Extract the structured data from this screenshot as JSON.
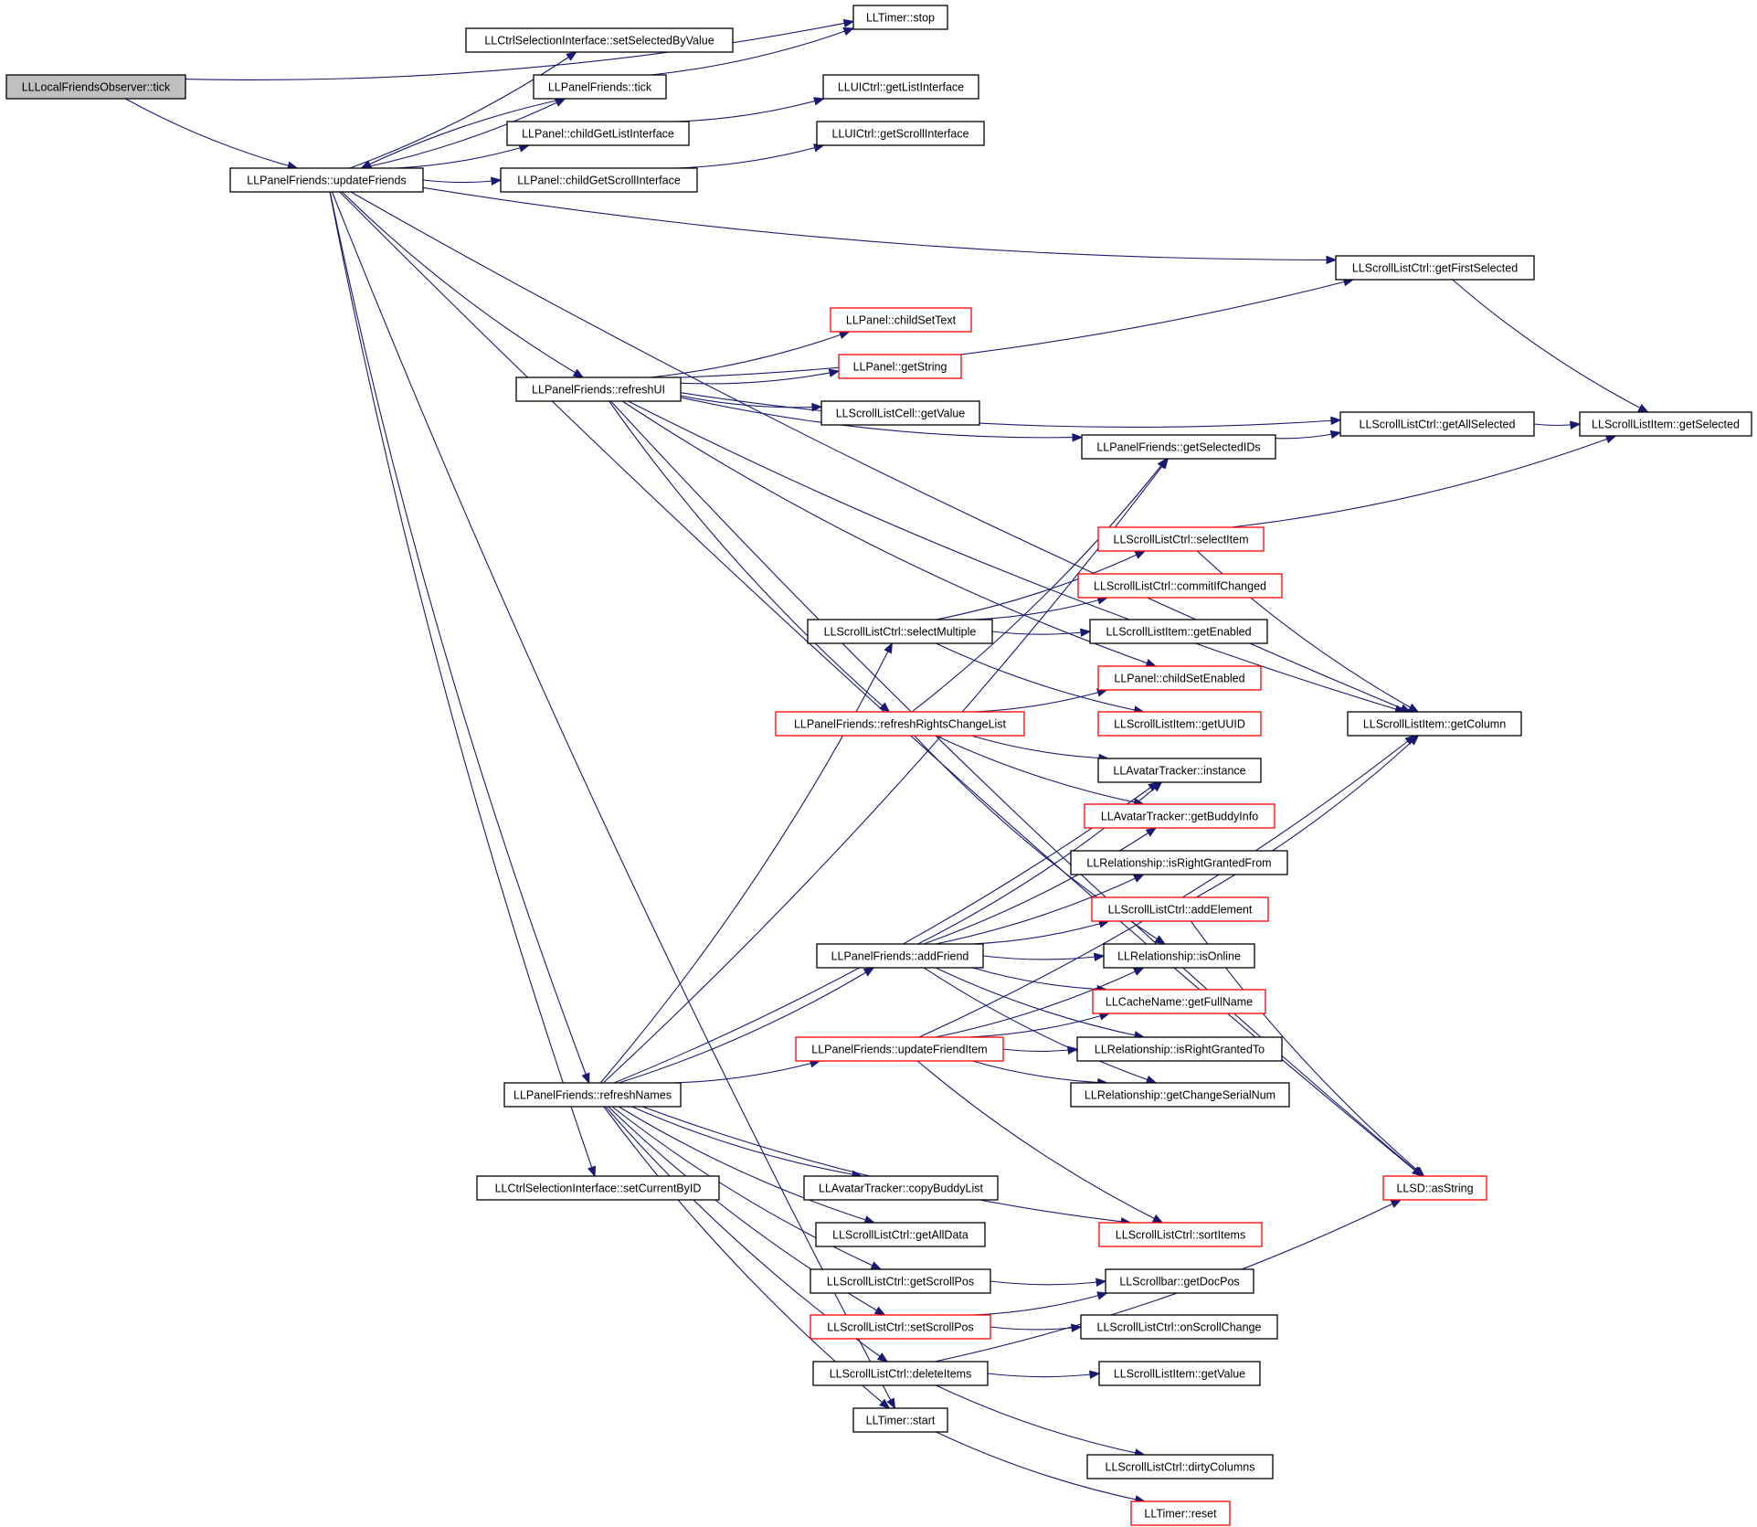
{
  "diagram": {
    "type": "call-graph",
    "colors": {
      "edge": "#191970",
      "normal_border": "#000000",
      "truncated_border": "#ff0000",
      "root_fill": "#bfbfbf"
    },
    "nodes": [
      {
        "id": "tick_root",
        "label": "LLLocalFriendsObserver::tick",
        "style": "root"
      },
      {
        "id": "timer_stop",
        "label": "LLTimer::stop",
        "style": "normal"
      },
      {
        "id": "set_sel_val",
        "label": "LLCtrlSelectionInterface::setSelectedByValue",
        "style": "normal"
      },
      {
        "id": "pf_tick",
        "label": "LLPanelFriends::tick",
        "style": "normal"
      },
      {
        "id": "ui_getlist",
        "label": "LLUICtrl::getListInterface",
        "style": "normal"
      },
      {
        "id": "p_childgetlist",
        "label": "LLPanel::childGetListInterface",
        "style": "normal"
      },
      {
        "id": "ui_getscroll",
        "label": "LLUICtrl::getScrollInterface",
        "style": "normal"
      },
      {
        "id": "update_friends",
        "label": "LLPanelFriends::updateFriends",
        "style": "normal"
      },
      {
        "id": "p_childgetscroll",
        "label": "LLPanel::childGetScrollInterface",
        "style": "normal"
      },
      {
        "id": "get_first_sel",
        "label": "LLScrollListCtrl::getFirstSelected",
        "style": "normal"
      },
      {
        "id": "child_set_text",
        "label": "LLPanel::childSetText",
        "style": "red"
      },
      {
        "id": "get_string",
        "label": "LLPanel::getString",
        "style": "red"
      },
      {
        "id": "refresh_ui",
        "label": "LLPanelFriends::refreshUI",
        "style": "normal"
      },
      {
        "id": "cell_getvalue",
        "label": "LLScrollListCell::getValue",
        "style": "normal"
      },
      {
        "id": "get_all_sel",
        "label": "LLScrollListCtrl::getAllSelected",
        "style": "normal"
      },
      {
        "id": "item_getsel",
        "label": "LLScrollListItem::getSelected",
        "style": "normal"
      },
      {
        "id": "get_sel_ids",
        "label": "LLPanelFriends::getSelectedIDs",
        "style": "normal"
      },
      {
        "id": "select_item",
        "label": "LLScrollListCtrl::selectItem",
        "style": "red"
      },
      {
        "id": "commit_changed",
        "label": "LLScrollListCtrl::commitIfChanged",
        "style": "red"
      },
      {
        "id": "select_multiple",
        "label": "LLScrollListCtrl::selectMultiple",
        "style": "normal"
      },
      {
        "id": "item_enabled",
        "label": "LLScrollListItem::getEnabled",
        "style": "normal"
      },
      {
        "id": "child_set_enabled",
        "label": "LLPanel::childSetEnabled",
        "style": "red"
      },
      {
        "id": "refresh_rights",
        "label": "LLPanelFriends::refreshRightsChangeList",
        "style": "red"
      },
      {
        "id": "item_uuid",
        "label": "LLScrollListItem::getUUID",
        "style": "red"
      },
      {
        "id": "item_column",
        "label": "LLScrollListItem::getColumn",
        "style": "normal"
      },
      {
        "id": "av_instance",
        "label": "LLAvatarTracker::instance",
        "style": "normal"
      },
      {
        "id": "av_buddyinfo",
        "label": "LLAvatarTracker::getBuddyInfo",
        "style": "red"
      },
      {
        "id": "rel_granted_from",
        "label": "LLRelationship::isRightGrantedFrom",
        "style": "normal"
      },
      {
        "id": "add_element",
        "label": "LLScrollListCtrl::addElement",
        "style": "red"
      },
      {
        "id": "add_friend",
        "label": "LLPanelFriends::addFriend",
        "style": "normal"
      },
      {
        "id": "rel_online",
        "label": "LLRelationship::isOnline",
        "style": "normal"
      },
      {
        "id": "cache_fullname",
        "label": "LLCacheName::getFullName",
        "style": "red"
      },
      {
        "id": "update_friend_item",
        "label": "LLPanelFriends::updateFriendItem",
        "style": "red"
      },
      {
        "id": "rel_granted_to",
        "label": "LLRelationship::isRightGrantedTo",
        "style": "normal"
      },
      {
        "id": "refresh_names",
        "label": "LLPanelFriends::refreshNames",
        "style": "normal"
      },
      {
        "id": "rel_serial",
        "label": "LLRelationship::getChangeSerialNum",
        "style": "normal"
      },
      {
        "id": "set_current_id",
        "label": "LLCtrlSelectionInterface::setCurrentByID",
        "style": "normal"
      },
      {
        "id": "copy_buddy",
        "label": "LLAvatarTracker::copyBuddyList",
        "style": "normal"
      },
      {
        "id": "llsd_asstring",
        "label": "LLSD::asString",
        "style": "red"
      },
      {
        "id": "get_all_data",
        "label": "LLScrollListCtrl::getAllData",
        "style": "normal"
      },
      {
        "id": "sort_items",
        "label": "LLScrollListCtrl::sortItems",
        "style": "red"
      },
      {
        "id": "get_scroll_pos",
        "label": "LLScrollListCtrl::getScrollPos",
        "style": "normal"
      },
      {
        "id": "sb_getdocpos",
        "label": "LLScrollbar::getDocPos",
        "style": "normal"
      },
      {
        "id": "set_scroll_pos",
        "label": "LLScrollListCtrl::setScrollPos",
        "style": "red"
      },
      {
        "id": "on_scroll_change",
        "label": "LLScrollListCtrl::onScrollChange",
        "style": "normal"
      },
      {
        "id": "delete_items",
        "label": "LLScrollListCtrl::deleteItems",
        "style": "normal"
      },
      {
        "id": "item_getvalue",
        "label": "LLScrollListItem::getValue",
        "style": "normal"
      },
      {
        "id": "timer_start",
        "label": "LLTimer::start",
        "style": "normal"
      },
      {
        "id": "dirty_columns",
        "label": "LLScrollListCtrl::dirtyColumns",
        "style": "normal"
      },
      {
        "id": "timer_reset",
        "label": "LLTimer::reset",
        "style": "red"
      }
    ],
    "edges": [
      [
        "tick_root",
        "timer_stop"
      ],
      [
        "tick_root",
        "update_friends"
      ],
      [
        "pf_tick",
        "timer_stop"
      ],
      [
        "pf_tick",
        "update_friends"
      ],
      [
        "update_friends",
        "set_sel_val"
      ],
      [
        "update_friends",
        "pf_tick"
      ],
      [
        "update_friends",
        "p_childgetlist"
      ],
      [
        "update_friends",
        "p_childgetscroll"
      ],
      [
        "update_friends",
        "get_first_sel"
      ],
      [
        "update_friends",
        "refresh_ui"
      ],
      [
        "update_friends",
        "refresh_names"
      ],
      [
        "update_friends",
        "set_current_id"
      ],
      [
        "update_friends",
        "item_column"
      ],
      [
        "update_friends",
        "llsd_asstring"
      ],
      [
        "update_friends",
        "timer_start"
      ],
      [
        "p_childgetlist",
        "ui_getlist"
      ],
      [
        "p_childgetscroll",
        "ui_getscroll"
      ],
      [
        "get_first_sel",
        "item_getsel"
      ],
      [
        "refresh_ui",
        "child_set_text"
      ],
      [
        "refresh_ui",
        "get_string"
      ],
      [
        "refresh_ui",
        "cell_getvalue"
      ],
      [
        "refresh_ui",
        "get_all_sel"
      ],
      [
        "refresh_ui",
        "get_first_sel"
      ],
      [
        "refresh_ui",
        "get_sel_ids"
      ],
      [
        "refresh_ui",
        "child_set_enabled"
      ],
      [
        "refresh_ui",
        "item_column"
      ],
      [
        "refresh_ui",
        "refresh_rights"
      ],
      [
        "refresh_ui",
        "llsd_asstring"
      ],
      [
        "get_all_sel",
        "item_getsel"
      ],
      [
        "get_sel_ids",
        "get_all_sel"
      ],
      [
        "select_item",
        "item_getsel"
      ],
      [
        "select_item",
        "item_column"
      ],
      [
        "select_multiple",
        "select_item"
      ],
      [
        "select_multiple",
        "commit_changed"
      ],
      [
        "select_multiple",
        "item_enabled"
      ],
      [
        "select_multiple",
        "item_uuid"
      ],
      [
        "refresh_rights",
        "get_sel_ids"
      ],
      [
        "refresh_rights",
        "child_set_enabled"
      ],
      [
        "refresh_rights",
        "av_instance"
      ],
      [
        "refresh_rights",
        "av_buddyinfo"
      ],
      [
        "refresh_rights",
        "rel_online"
      ],
      [
        "add_element",
        "item_column"
      ],
      [
        "add_element",
        "llsd_asstring"
      ],
      [
        "add_friend",
        "av_instance"
      ],
      [
        "add_friend",
        "av_buddyinfo"
      ],
      [
        "add_friend",
        "rel_granted_from"
      ],
      [
        "add_friend",
        "add_element"
      ],
      [
        "add_friend",
        "rel_online"
      ],
      [
        "add_friend",
        "cache_fullname"
      ],
      [
        "add_friend",
        "rel_granted_to"
      ],
      [
        "add_friend",
        "rel_serial"
      ],
      [
        "update_friend_item",
        "rel_online"
      ],
      [
        "update_friend_item",
        "cache_fullname"
      ],
      [
        "update_friend_item",
        "rel_granted_to"
      ],
      [
        "update_friend_item",
        "rel_serial"
      ],
      [
        "update_friend_item",
        "item_column"
      ],
      [
        "update_friend_item",
        "sort_items"
      ],
      [
        "refresh_names",
        "get_sel_ids"
      ],
      [
        "refresh_names",
        "select_multiple"
      ],
      [
        "refresh_names",
        "av_instance"
      ],
      [
        "refresh_names",
        "add_friend"
      ],
      [
        "refresh_names",
        "update_friend_item"
      ],
      [
        "refresh_names",
        "copy_buddy"
      ],
      [
        "refresh_names",
        "get_all_data"
      ],
      [
        "refresh_names",
        "sort_items"
      ],
      [
        "refresh_names",
        "get_scroll_pos"
      ],
      [
        "refresh_names",
        "set_scroll_pos"
      ],
      [
        "refresh_names",
        "delete_items"
      ],
      [
        "refresh_names",
        "timer_start"
      ],
      [
        "get_scroll_pos",
        "sb_getdocpos"
      ],
      [
        "set_scroll_pos",
        "sb_getdocpos"
      ],
      [
        "set_scroll_pos",
        "on_scroll_change"
      ],
      [
        "delete_items",
        "item_getvalue"
      ],
      [
        "delete_items",
        "dirty_columns"
      ],
      [
        "delete_items",
        "llsd_asstring"
      ],
      [
        "timer_start",
        "timer_reset"
      ]
    ]
  }
}
